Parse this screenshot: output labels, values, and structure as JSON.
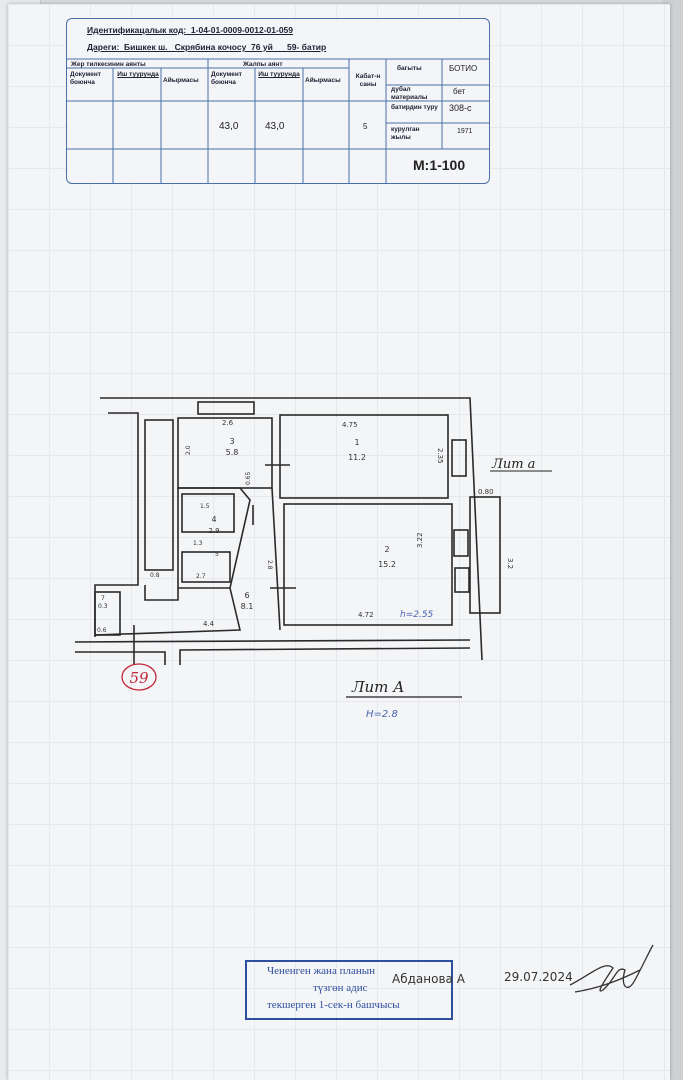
{
  "header": {
    "id_code_label": "Идентификацалык код:",
    "id_code": "1-04-01-0009-0012-01-059",
    "address_label": "Дареги:",
    "address": "Бишкек ш.   Скрябина кочосу  76 уй      59- батир"
  },
  "table": {
    "group_land": "Жер тилкесинин аянты",
    "group_total": "Жалпы аянт",
    "col_doc": "Документ боюнча",
    "col_actual": "Иш туурунда",
    "col_diff": "Айырмасы",
    "col_floors": "Кабат-н саны",
    "total_doc": "43,0",
    "total_actual": "43,0",
    "floors": "5",
    "props": [
      {
        "label": "багыты",
        "value": "БОТИО"
      },
      {
        "label": "дубал материалы",
        "value": "бет"
      },
      {
        "label": "батирдин туру",
        "value": "308-с"
      },
      {
        "label": "курулган жылы",
        "value": "1971"
      }
    ],
    "scale": "М:1-100"
  },
  "plan": {
    "rooms": [
      {
        "num": "1",
        "area": "11.2"
      },
      {
        "num": "2",
        "area": "15.2"
      },
      {
        "num": "3",
        "area": "5.8"
      },
      {
        "num": "4",
        "area": "2.9"
      },
      {
        "num": "5",
        "area": "2.7"
      },
      {
        "num": "6",
        "area": "8.1"
      },
      {
        "num": "7",
        "area": "0.3"
      }
    ],
    "dims": [
      "4.75",
      "2.35",
      "3.22",
      "4.72",
      "2.6",
      "2.0",
      "1.5",
      "1.3",
      "0.65",
      "2.8",
      "4.4",
      "0.6",
      "0.8",
      "0.80",
      "3.2"
    ],
    "room2_height": "h=2.55",
    "apt_number": "59",
    "lit_a_small": "Лит а",
    "lit_a": "Лит А",
    "height": "H=2.8"
  },
  "stamp": {
    "line1": "Чененген жана планын",
    "line2": "түзгөн адис",
    "line3": "текшерген 1-сек-н башчысы",
    "name": "Абданова А",
    "date": "29.07.2024",
    "signature": "signature"
  },
  "colors": {
    "stamp": "#2e4f9e",
    "table_border": "#4a6fa8",
    "apt_circle": "#c0283a"
  }
}
